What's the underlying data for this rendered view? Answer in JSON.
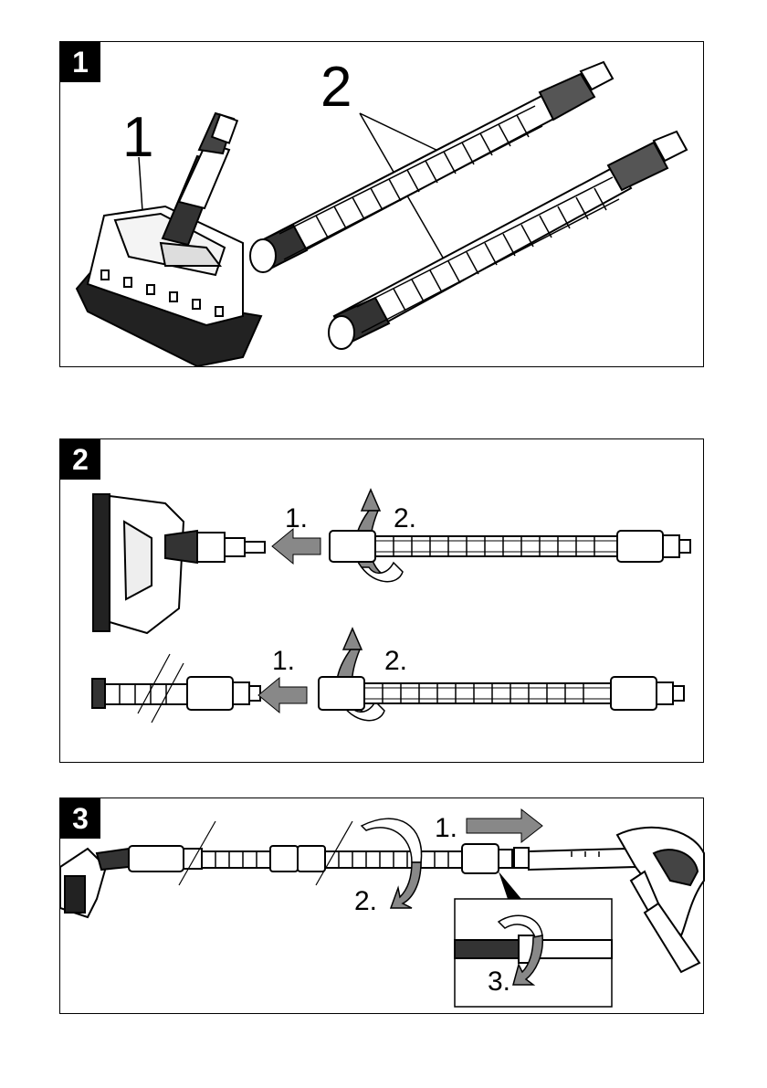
{
  "panels": [
    {
      "number": "1",
      "callouts": [
        "1",
        "2"
      ]
    },
    {
      "number": "2",
      "steps": [
        "1.",
        "2.",
        "1.",
        "2."
      ]
    },
    {
      "number": "3",
      "steps": [
        "1.",
        "2.",
        "3."
      ]
    }
  ]
}
